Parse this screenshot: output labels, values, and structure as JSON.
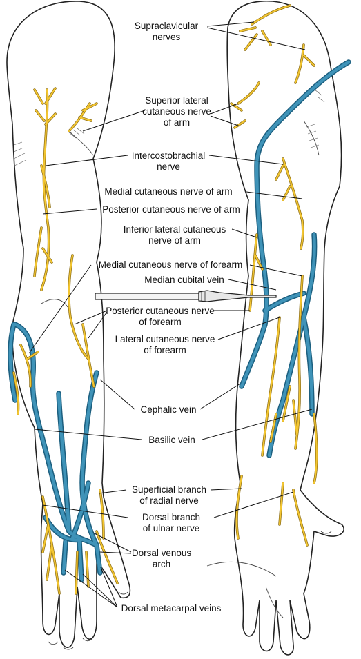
{
  "labels": {
    "supraclavicular": [
      "Supraclavicular",
      "nerves"
    ],
    "superior_lateral": [
      "Superior lateral",
      "cutaneous nerve",
      "of arm"
    ],
    "intercostobrachial": [
      "Intercostobrachial",
      "nerve"
    ],
    "medial_cut_arm": [
      "Medial cutaneous nerve of arm"
    ],
    "posterior_cut_arm": [
      "Posterior cutaneous nerve of arm"
    ],
    "inferior_lateral": [
      "Inferior lateral cutaneous",
      "nerve of arm"
    ],
    "medial_cut_forearm": [
      "Medial cutaneous nerve of forearm"
    ],
    "median_cubital": [
      "Median cubital vein"
    ],
    "posterior_cut_forearm": [
      "Posterior cutaneous nerve",
      "of forearm"
    ],
    "lateral_cut_forearm": [
      "Lateral cutaneous nerve",
      "of forearm"
    ],
    "cephalic": [
      "Cephalic vein"
    ],
    "basilic": [
      "Basilic vein"
    ],
    "superficial_radial": [
      "Superficial branch",
      "of radial nerve"
    ],
    "dorsal_ulnar": [
      "Dorsal branch",
      "of ulnar nerve"
    ],
    "dorsal_venous_arch": [
      "Dorsal venous",
      "arch"
    ],
    "dorsal_metacarpal": [
      "Dorsal metacarpal veins"
    ]
  },
  "colors": {
    "nerve_fill": "#f3c632",
    "nerve_edge": "#8a6a10",
    "vein_fill": "#3f93b8",
    "vein_edge": "#1c5f7f",
    "outline": "#222222"
  }
}
